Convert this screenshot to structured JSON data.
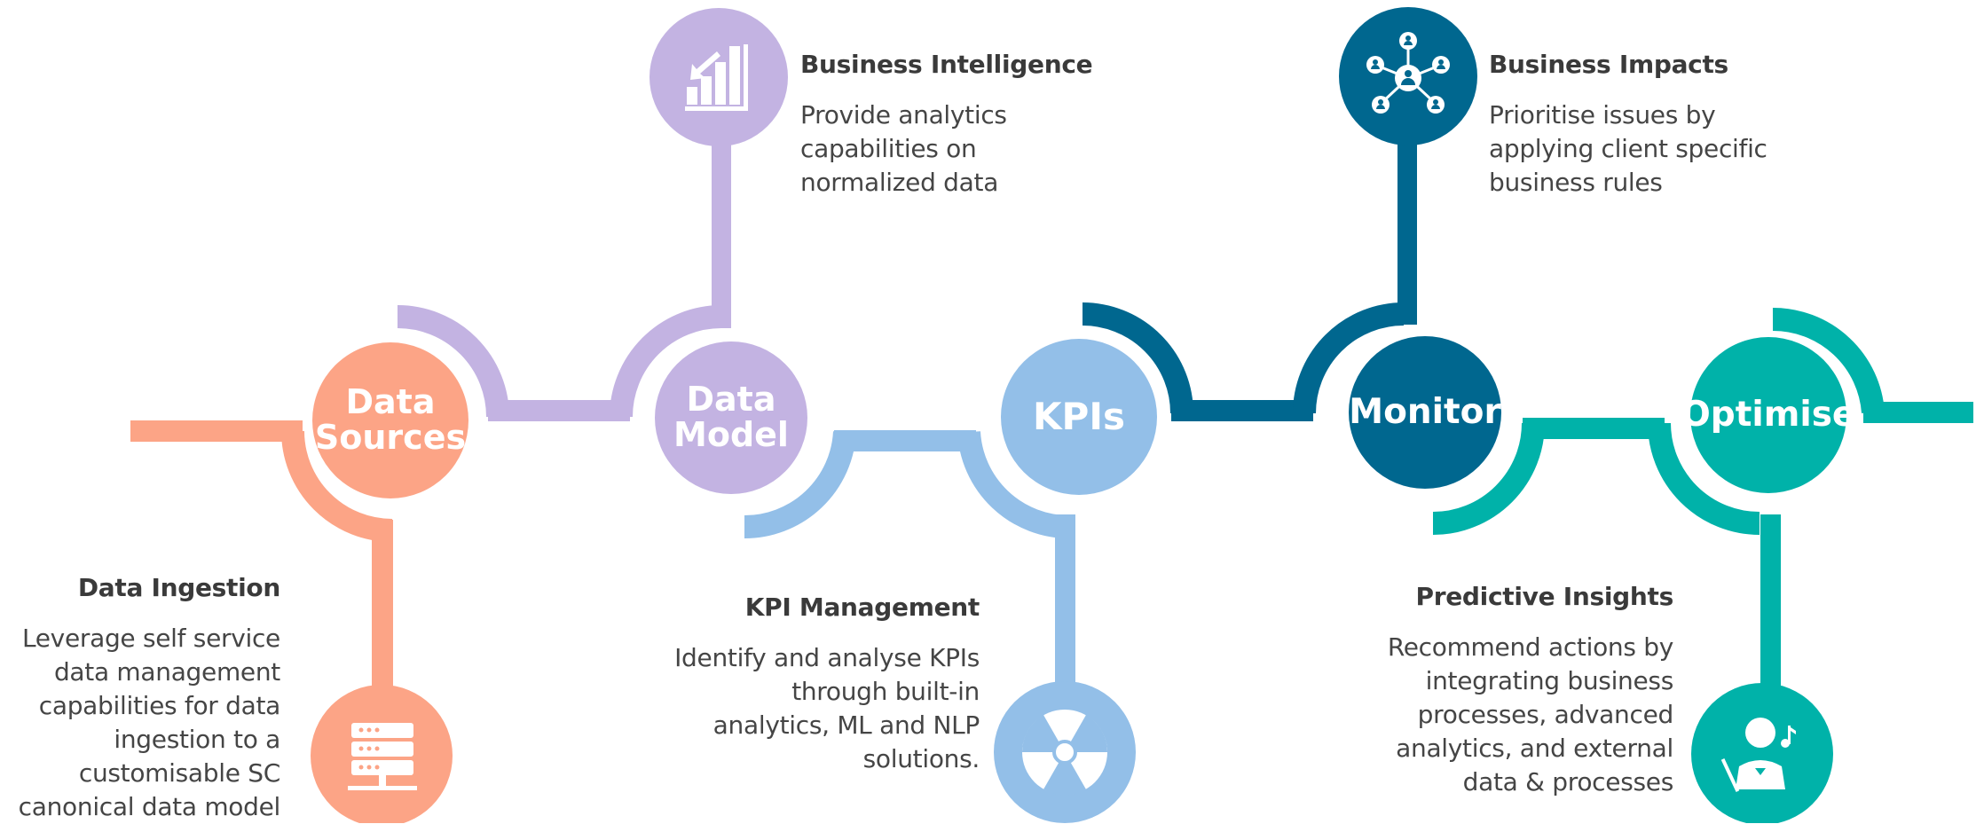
{
  "colors": {
    "data_sources": "#fca486",
    "data_model": "#c3b3e2",
    "kpis": "#93bfe8",
    "monitor": "#00678f",
    "optimise": "#00b2a9"
  },
  "nodes": {
    "data_sources": [
      "Data",
      "Sources"
    ],
    "data_model": [
      "Data",
      "Model"
    ],
    "kpis": [
      "KPIs"
    ],
    "monitor": [
      "Monitor"
    ],
    "optimise": [
      "Optimise"
    ]
  },
  "icons": {
    "data_sources": "server-stack-icon",
    "business_intelligence": "bar-chart-icon",
    "kpi_management": "radiation-icon",
    "business_impacts": "network-people-icon",
    "predictive_insights": "conductor-icon"
  },
  "steps": {
    "data_ingestion": {
      "title": "Data Ingestion",
      "desc": "Leverage self service\ndata management\ncapabilities for data\ningestion to a\ncustomisable SC\ncanonical data model"
    },
    "business_intelligence": {
      "title": "Business Intelligence",
      "desc": "Provide analytics\ncapabilities on\nnormalized data"
    },
    "kpi_management": {
      "title": "KPI Management",
      "desc": "Identify and analyse KPIs\nthrough built-in\nanalytics, ML and NLP\nsolutions."
    },
    "business_impacts": {
      "title": "Business Impacts",
      "desc": "Prioritise issues by\napplying client specific\nbusiness rules"
    },
    "predictive_insights": {
      "title": "Predictive Insights",
      "desc": "Recommend actions  by\nintegrating business\nprocesses, advanced\nanalytics, and external\ndata & processes"
    }
  }
}
